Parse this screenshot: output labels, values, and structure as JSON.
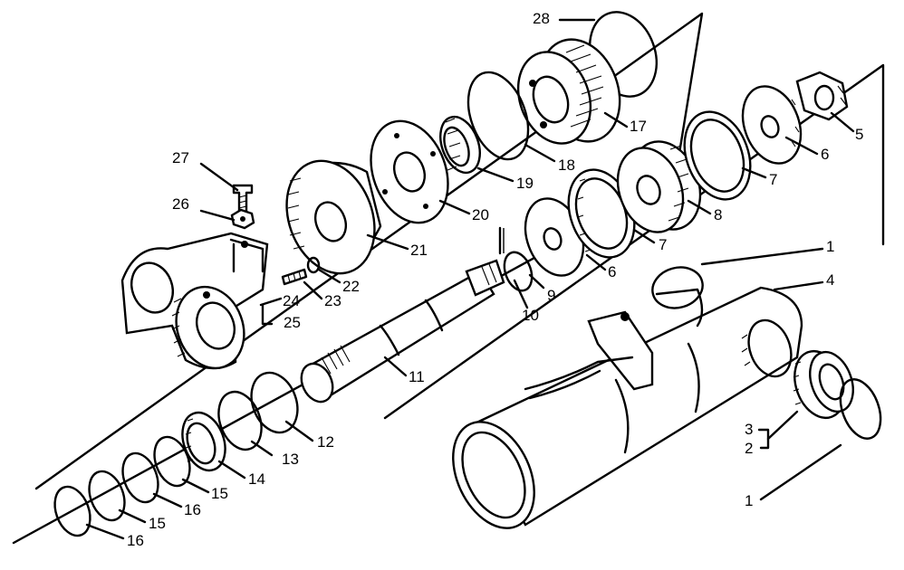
{
  "diagram": {
    "callouts": {
      "c1_upper": "1",
      "c1_lower": "1",
      "c2": "2",
      "c3": "3",
      "c4": "4",
      "c5": "5",
      "c6_upper": "6",
      "c6_lower": "6",
      "c7_upper": "7",
      "c7_lower": "7",
      "c8": "8",
      "c9": "9",
      "c10": "10",
      "c11": "11",
      "c12": "12",
      "c13": "13",
      "c14": "14",
      "c15_upper": "15",
      "c15_lower": "15",
      "c16_upper": "16",
      "c16_lower": "16",
      "c17": "17",
      "c18": "18",
      "c19": "19",
      "c20": "20",
      "c21": "21",
      "c22": "22",
      "c23": "23",
      "c24": "24",
      "c25": "25",
      "c26": "26",
      "c27": "27",
      "c28": "28"
    },
    "parts": {
      "snap_ring": "1",
      "bushing_inner": "2",
      "bushing_outer": "3",
      "cylinder_barrel": "4",
      "piston_rod_nut": "5",
      "washer": "6",
      "seal_ring": "7",
      "piston": "8",
      "o_ring_rod": "9",
      "cotter_pin": "10",
      "piston_rod": "11",
      "retaining_ring": "12",
      "o_ring": "13",
      "wiper": "14",
      "back_up_ring": "15",
      "rod_seal": "16",
      "cylinder_head": "17",
      "head_retaining_ring": "18",
      "head_seal": "19",
      "guide_plate": "20",
      "cover_plate": "21",
      "lock_washer": "22",
      "cap_screw": "23",
      "rod_end_yoke": "24",
      "rod_end_bushing": "25",
      "nut": "26",
      "bolt": "27",
      "head_o_ring": "28"
    }
  }
}
